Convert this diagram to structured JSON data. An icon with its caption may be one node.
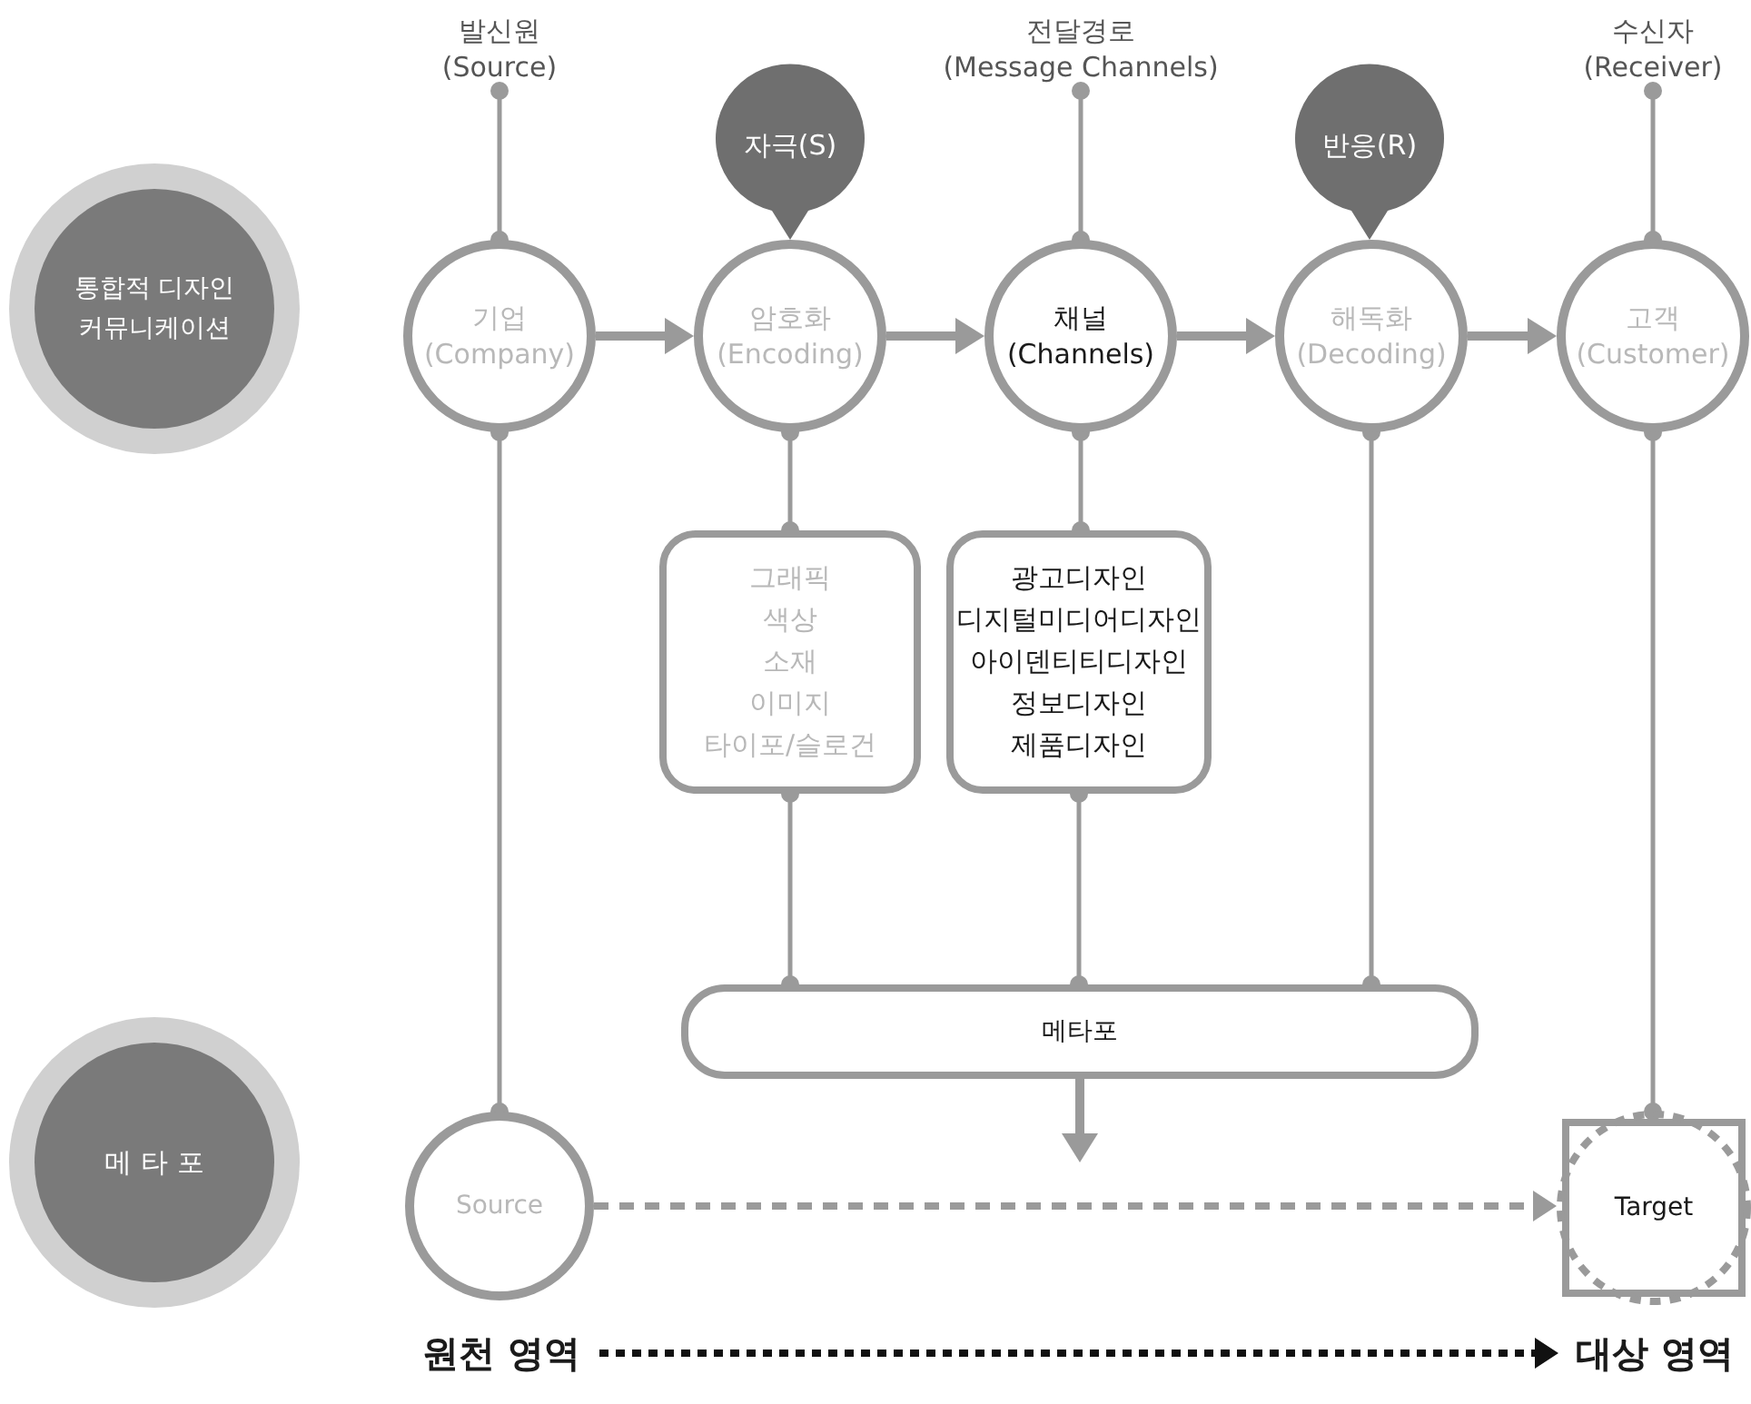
{
  "diagram": {
    "nodes": [
      {
        "text": [
          "통합적 디자인 커뮤니케이션"
        ]
      },
      {
        "text": [
          "메 타 포"
        ]
      },
      {
        "text": [
          "발신원",
          "(Source)"
        ]
      },
      {
        "text": [
          "자극(S)"
        ]
      },
      {
        "text": [
          "전달경로",
          "(Message Channels)"
        ]
      },
      {
        "text": [
          "반응(R)"
        ]
      },
      {
        "text": [
          "수신자",
          "(Receiver)"
        ]
      },
      {
        "text": [
          "기업",
          "(Company)"
        ]
      },
      {
        "text": [
          "암호화",
          "(Encoding)"
        ]
      },
      {
        "text": [
          "채널",
          "(Channels)"
        ]
      },
      {
        "text": [
          "해독화",
          "(Decoding)"
        ]
      },
      {
        "text": [
          "고객",
          "(Customer)"
        ]
      },
      {
        "text": [
          "그래픽",
          "색상",
          "소재",
          "이미지",
          "타이포/슬로건"
        ]
      },
      {
        "text": [
          "광고디자인",
          "디지털미디어디자인",
          "아이덴티티디자인",
          "정보디자인",
          "제품디자인"
        ]
      },
      {
        "text": [
          "메타포"
        ]
      },
      {
        "text": [
          "Source"
        ]
      },
      {
        "text": [
          "Target"
        ]
      },
      {
        "text": [
          "원천 영역"
        ]
      },
      {
        "text": [
          "대상 영역"
        ]
      }
    ],
    "edges": [
      {
        "from": 2,
        "to": 7,
        "arrow": "other"
      },
      {
        "from": 4,
        "to": 9,
        "arrow": "other"
      },
      {
        "from": 6,
        "to": 11,
        "arrow": "other"
      },
      {
        "from": 7,
        "to": 8,
        "arrow": "to",
        "style": "thick"
      },
      {
        "from": 8,
        "to": 9,
        "arrow": "to",
        "style": "thick"
      },
      {
        "from": 9,
        "to": 10,
        "arrow": "to",
        "style": "thick"
      },
      {
        "from": 10,
        "to": 11,
        "arrow": "to",
        "style": "thick"
      },
      {
        "from": 8,
        "to": 12,
        "arrow": "other"
      },
      {
        "from": 9,
        "to": 13,
        "arrow": "other"
      },
      {
        "from": 12,
        "to": 14,
        "arrow": "other"
      },
      {
        "from": 13,
        "to": 14,
        "arrow": "other"
      },
      {
        "from": 10,
        "to": 14,
        "arrow": "other"
      },
      {
        "from": 7,
        "to": 15,
        "arrow": "other"
      },
      {
        "from": 11,
        "to": 16,
        "arrow": "other"
      },
      {
        "from": 14,
        "to": null,
        "arrow": "to",
        "style": "thick"
      },
      {
        "from": 15,
        "to": 16,
        "arrow": "to",
        "style": "dashed"
      },
      {
        "from": 17,
        "to": 18,
        "arrow": "to",
        "style": "dashed",
        "color": "#111111"
      }
    ]
  }
}
